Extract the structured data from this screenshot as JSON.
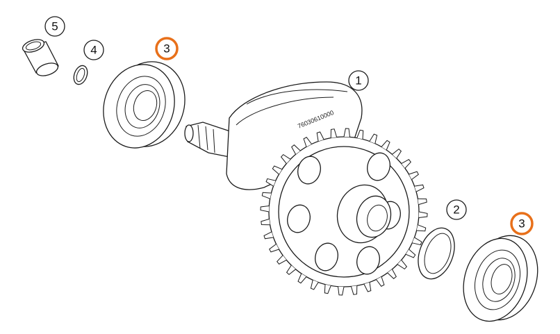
{
  "callouts": [
    {
      "id": "c5",
      "label": "5",
      "highlight": false
    },
    {
      "id": "c4",
      "label": "4",
      "highlight": false
    },
    {
      "id": "c3a",
      "label": "3",
      "highlight": true
    },
    {
      "id": "c1",
      "label": "1",
      "highlight": false
    },
    {
      "id": "c2",
      "label": "2",
      "highlight": false
    },
    {
      "id": "c3b",
      "label": "3",
      "highlight": true
    }
  ],
  "part_number": "76030610000",
  "colors": {
    "line": "#1a1a1a",
    "highlight": "#e8701a",
    "background": "#ffffff"
  }
}
